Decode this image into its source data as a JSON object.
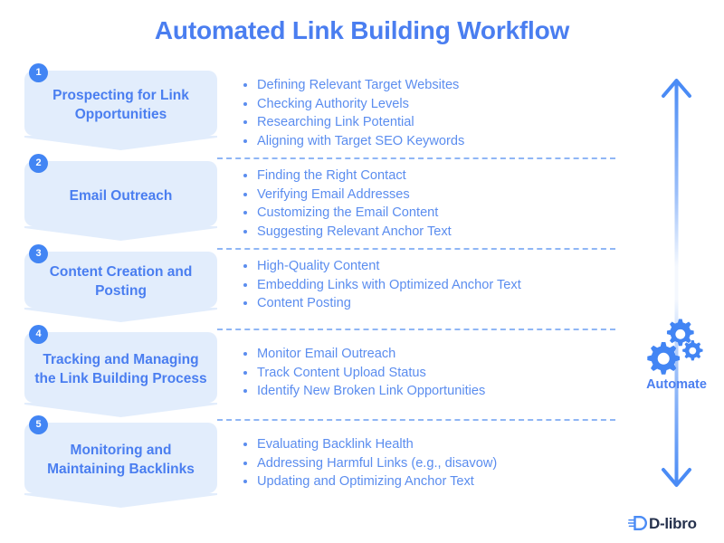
{
  "title": "Automated Link Building Workflow",
  "colors": {
    "accent": "#4a7ef0",
    "badge": "#4285f4",
    "box_fill": "#e2edfc",
    "bullet_text": "#5b8def",
    "divider": "#8fb6f5",
    "logo_text": "#25314d"
  },
  "steps": [
    {
      "number": "1",
      "heading": "Prospecting for Link Opportunities",
      "bullets": [
        "Defining Relevant Target Websites",
        "Checking Authority Levels",
        "Researching Link Potential",
        "Aligning with Target SEO Keywords"
      ]
    },
    {
      "number": "2",
      "heading": "Email Outreach",
      "bullets": [
        "Finding the Right Contact",
        "Verifying Email Addresses",
        "Customizing the Email Content",
        "Suggesting Relevant Anchor Text"
      ]
    },
    {
      "number": "3",
      "heading": "Content Creation and Posting",
      "bullets": [
        "High-Quality Content",
        "Embedding Links with Optimized Anchor Text",
        "Content Posting"
      ]
    },
    {
      "number": "4",
      "heading": "Tracking and Managing the Link Building Process",
      "bullets": [
        "Monitor Email Outreach",
        "Track Content Upload Status",
        "Identify New Broken Link Opportunities"
      ]
    },
    {
      "number": "5",
      "heading": "Monitoring and Maintaining Backlinks",
      "bullets": [
        "Evaluating Backlink Health",
        "Addressing Harmful Links (e.g., disavow)",
        "Updating and Optimizing Anchor Text"
      ]
    }
  ],
  "automate": {
    "label": "Automate",
    "icon": "gears-icon",
    "arrow": "double-headed-vertical-arrow"
  },
  "logo": {
    "text": "D-libro",
    "mark": "d-libro-mark-icon"
  }
}
